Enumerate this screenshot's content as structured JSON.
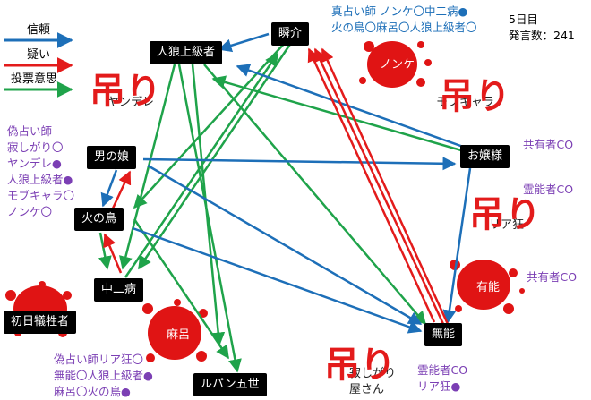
{
  "legend": {
    "trust": "信頼",
    "doubt": "疑い",
    "vote": "投票意思",
    "trust_color": "#1d6fb8",
    "doubt_color": "#e31b1b",
    "vote_color": "#1fa34a"
  },
  "info": {
    "day": "5日目",
    "posts": "発言数：241"
  },
  "nodes": {
    "jinro": "人狼上級者",
    "shunsuke": "瞬介",
    "otokonoko": "男の娘",
    "hinotori": "火の鳥",
    "chunibyo": "中二病",
    "ojosama": "お嬢様",
    "shonichi": "初日犠牲者",
    "lupin": "ルパン五世",
    "muno": "無能",
    "nonke": "ノンケ",
    "maro": "麻呂",
    "yuno": "有能"
  },
  "hang": {
    "label": "吊り",
    "yandere": "ヤンデレ",
    "mobu": "モブキャラ",
    "riakyo": "リア狂",
    "sabishi1": "寂しがり",
    "sabishi2": "屋さん"
  },
  "notes": {
    "top": [
      "真占い師 ノンケ〇中二病●",
      "火の鳥〇麻呂〇人狼上級者〇"
    ],
    "left": [
      "偽占い師",
      "寂しがり〇",
      "ヤンデレ●",
      "人狼上級者●",
      "モブキャラ〇",
      "ノンケ〇"
    ],
    "bottom_left": [
      "偽占い師リア狂〇",
      "無能〇人狼上級者●",
      "麻呂〇火の鳥●"
    ],
    "kyoyu1": "共有者CO",
    "reinou1": "霊能者CO",
    "kyoyu2": "共有者CO",
    "bottom_right": [
      "霊能者CO",
      "リア狂●"
    ]
  }
}
